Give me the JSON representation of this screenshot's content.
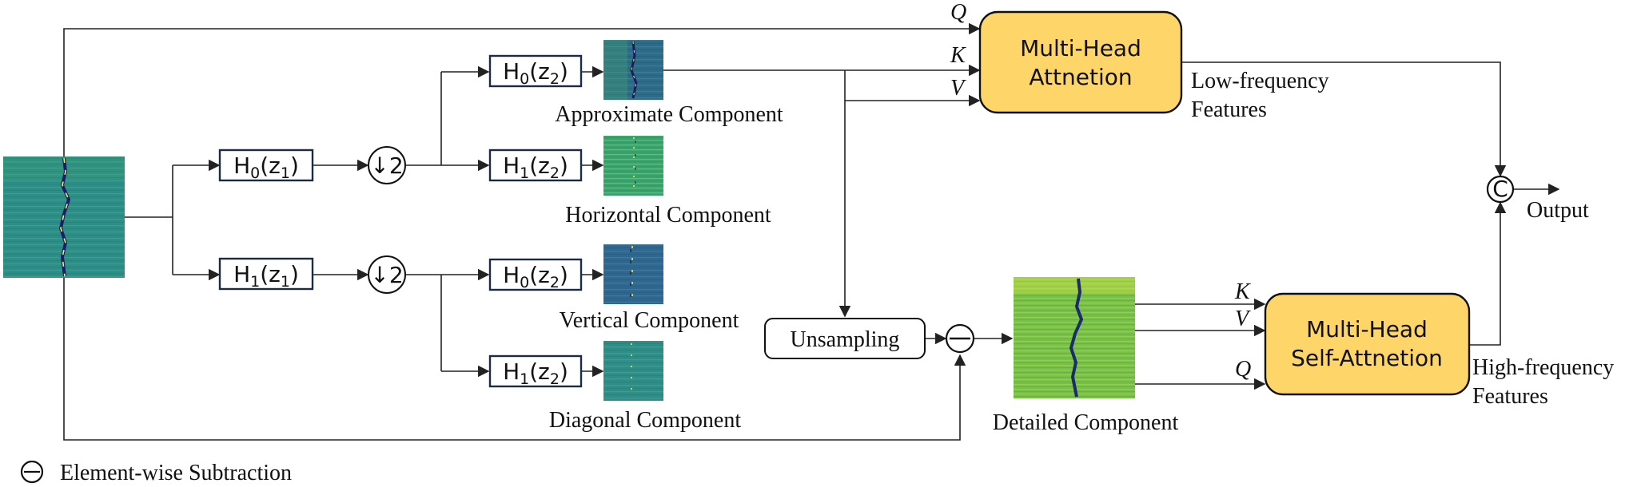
{
  "colors": {
    "attention_fill": "#fdd568",
    "line": "#222222",
    "map_bg": "#2e9a88",
    "map_line": "#ffeb3b"
  },
  "filters": {
    "h0_z1": {
      "base": "H",
      "sub": "0",
      "arg": "z",
      "argsub": "1"
    },
    "h1_z1": {
      "base": "H",
      "sub": "1",
      "arg": "z",
      "argsub": "1"
    },
    "h0_z2_a": {
      "base": "H",
      "sub": "0",
      "arg": "z",
      "argsub": "2"
    },
    "h1_z2_a": {
      "base": "H",
      "sub": "1",
      "arg": "z",
      "argsub": "2"
    },
    "h0_z2_b": {
      "base": "H",
      "sub": "0",
      "arg": "z",
      "argsub": "2"
    },
    "h1_z2_b": {
      "base": "H",
      "sub": "1",
      "arg": "z",
      "argsub": "2"
    }
  },
  "downsample": {
    "symbol": "↓2"
  },
  "components": {
    "approximate": "Approximate Component",
    "horizontal": "Horizontal Component",
    "vertical": "Vertical Component",
    "diagonal": "Diagonal Component",
    "detailed": "Detailed Component"
  },
  "upsampling": "Unsampling",
  "attention_low": {
    "line1": "Multi-Head",
    "line2": "Attnetion",
    "q": "Q",
    "k": "K",
    "v": "V"
  },
  "attention_high": {
    "line1": "Multi-Head",
    "line2": "Self-Attnetion",
    "k": "K",
    "v": "V",
    "q": "Q"
  },
  "features": {
    "low_line1": "Low-frequency",
    "low_line2": "Features",
    "high_line1": "High-frequency",
    "high_line2": "Features"
  },
  "concat_symbol": "C",
  "output": "Output",
  "legend": {
    "subtraction": "Element-wise Subtraction"
  }
}
